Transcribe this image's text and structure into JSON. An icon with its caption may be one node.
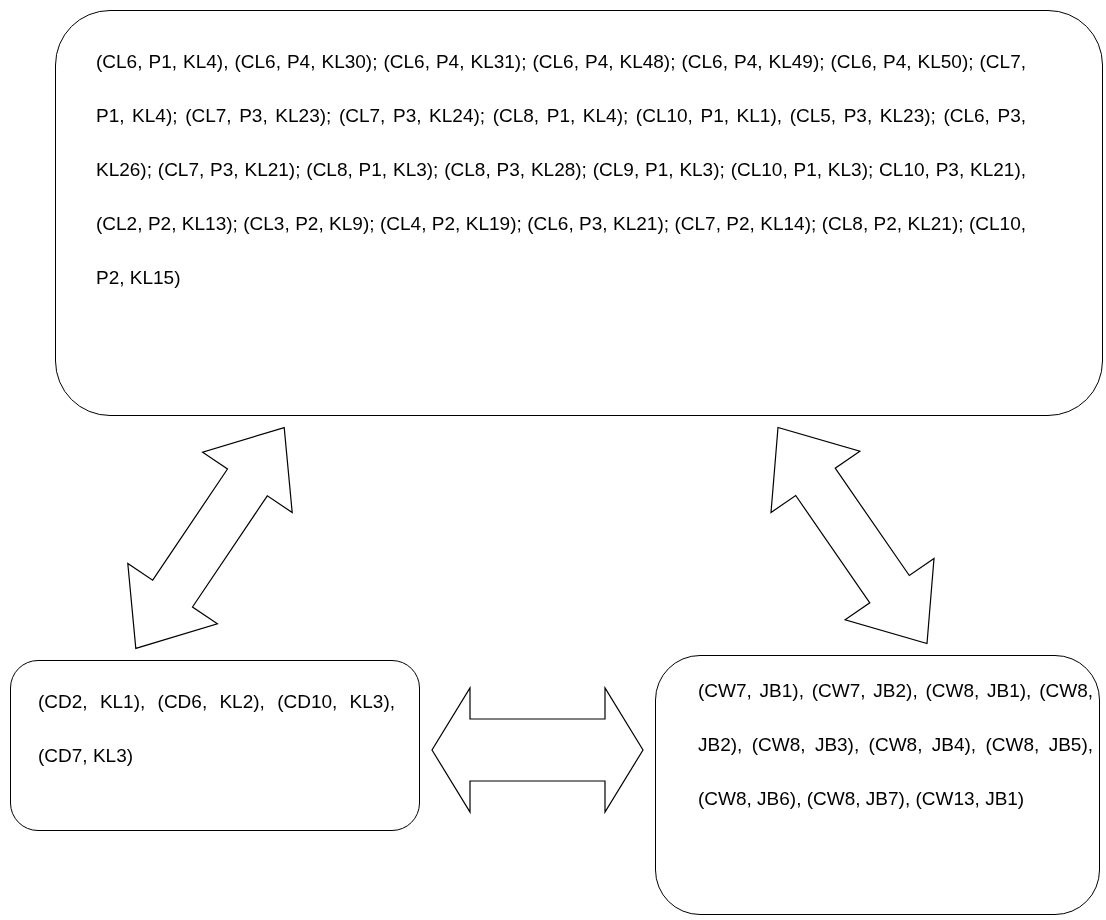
{
  "diagram": {
    "nodes": [
      {
        "text": [
          "(CL6, P1, KL4), (CL6, P4, KL30); (CL6, P4, KL31); (CL6, P4, KL48); (CL6, P4, KL49); (CL6, P4, KL50); (CL7, P1, KL4); (CL7, P3, KL23); (CL7, P3, KL24); (CL8, P1, KL4); (CL10, P1, KL1), (CL5, P3, KL23); (CL6, P3, KL26); (CL7, P3, KL21); (CL8, P1, KL3); (CL8, P3, KL28); (CL9, P1, KL3); (CL10, P1, KL3); CL10, P3, KL21), (CL2, P2, KL13); (CL3, P2, KL9); (CL4, P2, KL19); (CL6, P3, KL21); (CL7, P2, KL14); (CL8, P2, KL21); (CL10, P2, KL15)"
        ]
      },
      {
        "text": [
          "(CD2, KL1), (CD6, KL2), (CD10, KL3), (CD7, KL3)"
        ]
      },
      {
        "text": [
          "(CW7, JB1), (CW7, JB2), (CW8, JB1), (CW8, JB2), (CW8, JB3), (CW8, JB4), (CW8, JB5), (CW8, JB6), (CW8, JB7), (CW13, JB1)"
        ]
      }
    ],
    "edges": [
      {
        "from": 0,
        "to": 1,
        "arrow": "both"
      },
      {
        "from": 0,
        "to": 2,
        "arrow": "both"
      },
      {
        "from": 1,
        "to": 2,
        "arrow": "both"
      }
    ]
  }
}
